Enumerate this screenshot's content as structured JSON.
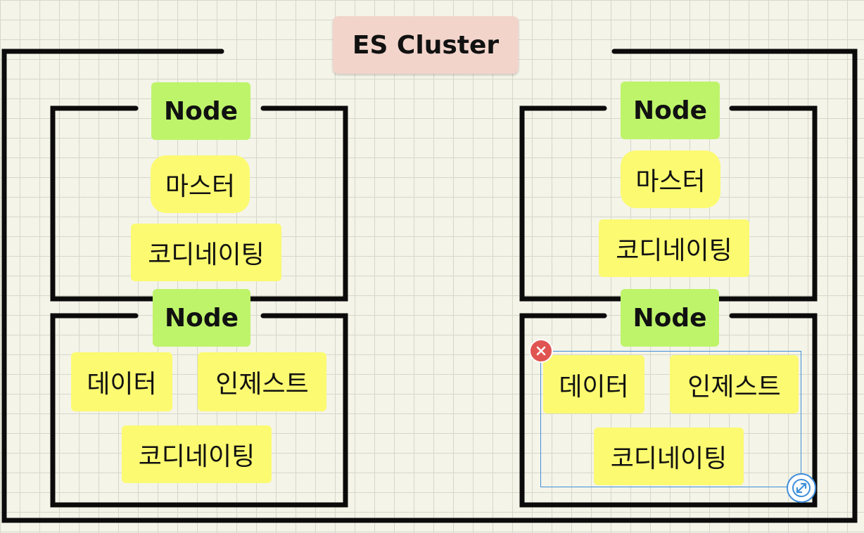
{
  "cluster": {
    "title": "ES Cluster"
  },
  "nodes": [
    {
      "label": "Node",
      "roles": [
        "마스터",
        "코디네이팅"
      ]
    },
    {
      "label": "Node",
      "roles": [
        "데이터",
        "인제스트",
        "코디네이팅"
      ]
    },
    {
      "label": "Node",
      "roles": [
        "마스터",
        "코디네이팅"
      ]
    },
    {
      "label": "Node",
      "roles": [
        "데이터",
        "인제스트",
        "코디네이팅"
      ]
    }
  ],
  "colors": {
    "canvas": "#f4f4e9",
    "grid": "#d6d8c9",
    "cluster_note": "#f2d4cb",
    "node_note": "#bef46a",
    "role_note": "#fcfa71",
    "selection": "#3f8fd9",
    "delete": "#e05552",
    "line": "#0b0b0b"
  },
  "icons": {
    "delete_handle": "close-icon",
    "resize_handle": "resize-arrows-icon"
  }
}
